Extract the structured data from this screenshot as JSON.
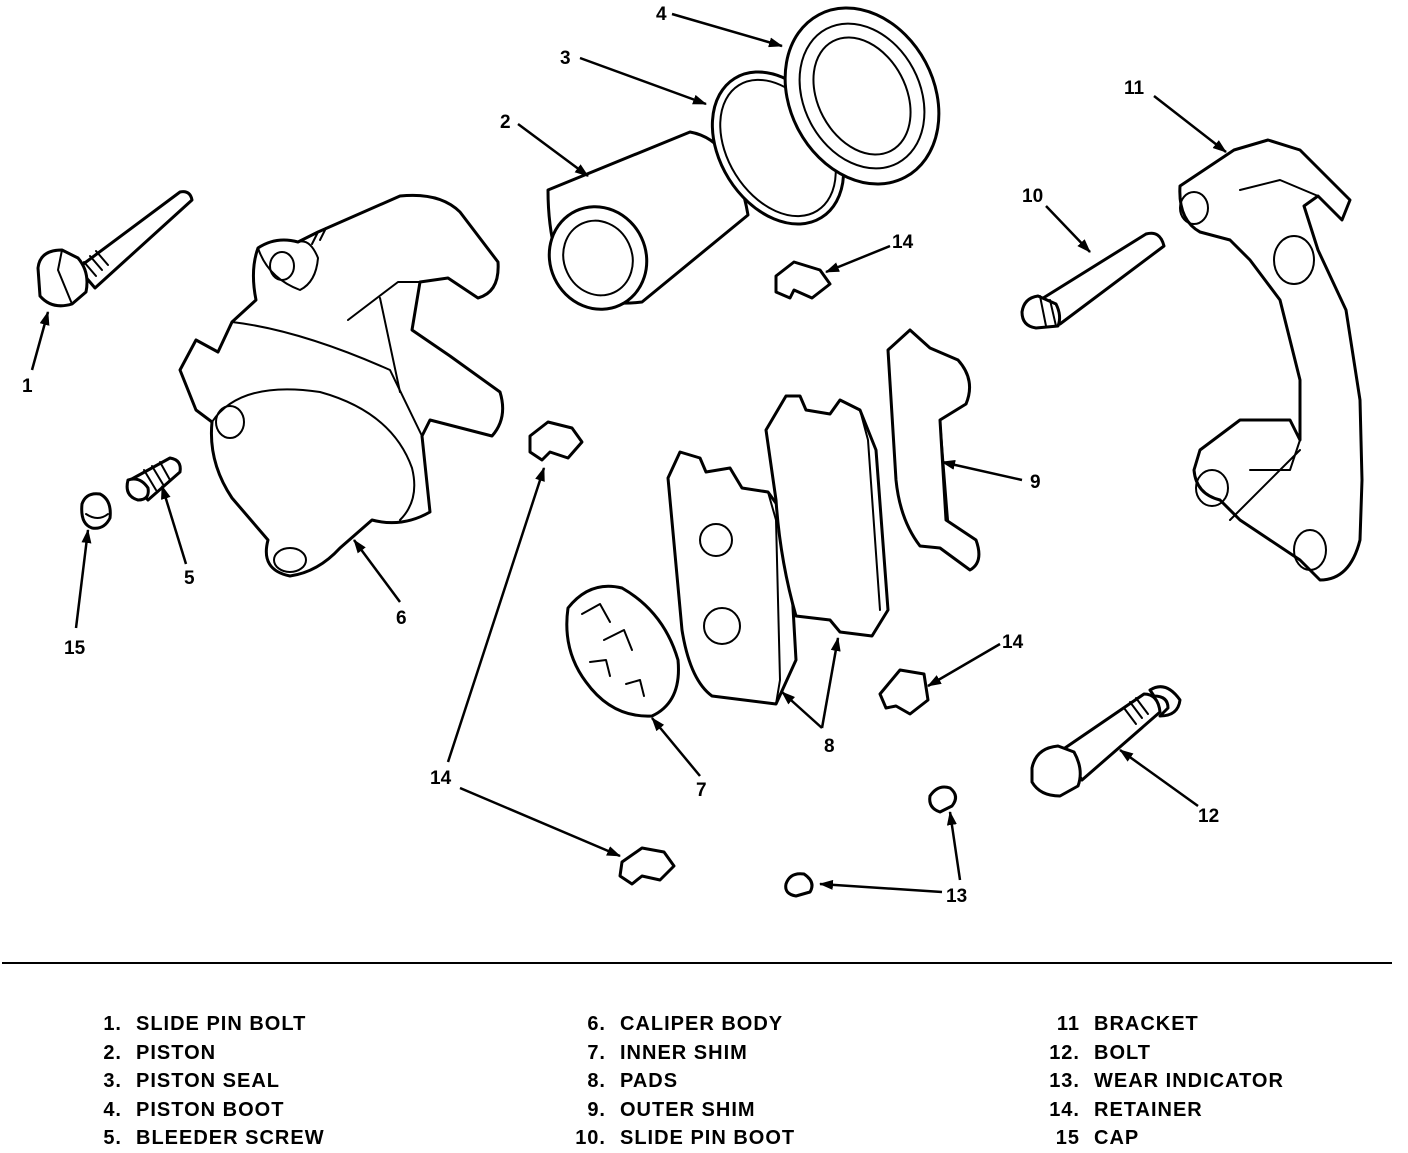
{
  "callouts": {
    "c1": "1",
    "c2": "2",
    "c3": "3",
    "c4": "4",
    "c5": "5",
    "c6": "6",
    "c7": "7",
    "c8": "8",
    "c9": "9",
    "c10": "10",
    "c11": "11",
    "c12": "12",
    "c13": "13",
    "c14a": "14",
    "c14b": "14",
    "c14c": "14",
    "c14d": "14",
    "c15": "15"
  },
  "legend": [
    {
      "num": "1.",
      "label": "SLIDE PIN BOLT"
    },
    {
      "num": "2.",
      "label": "PISTON"
    },
    {
      "num": "3.",
      "label": "PISTON SEAL"
    },
    {
      "num": "4.",
      "label": "PISTON BOOT"
    },
    {
      "num": "5.",
      "label": "BLEEDER SCREW"
    },
    {
      "num": "6.",
      "label": "CALIPER BODY"
    },
    {
      "num": "7.",
      "label": "INNER SHIM"
    },
    {
      "num": "8.",
      "label": "PADS"
    },
    {
      "num": "9.",
      "label": "OUTER SHIM"
    },
    {
      "num": "10.",
      "label": "SLIDE PIN BOOT"
    },
    {
      "num": "11",
      "label": "BRACKET"
    },
    {
      "num": "12.",
      "label": "BOLT"
    },
    {
      "num": "13.",
      "label": "WEAR INDICATOR"
    },
    {
      "num": "14.",
      "label": "RETAINER"
    },
    {
      "num": "15",
      "label": "CAP"
    }
  ]
}
